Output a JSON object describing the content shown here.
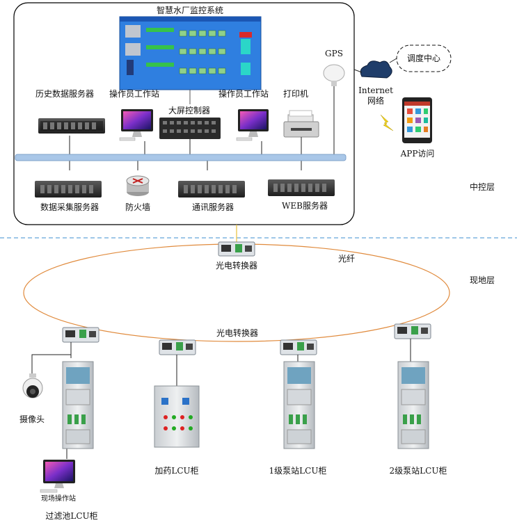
{
  "scada_title": "智慧水厂监控系统",
  "top_labels": {
    "history_server": "历史数据服务器",
    "operator_ws_1": "操作员工作站",
    "big_screen": "大屏控制器",
    "operator_ws_2": "操作员工作站",
    "printer": "打印机",
    "gps": "GPS",
    "internet": "Internet",
    "network": "网络",
    "dispatch_center": "调度中心",
    "app_access": "APP访问",
    "data_collect_server": "数据采集服务器",
    "firewall": "防火墙",
    "comm_server": "通讯服务器",
    "web_server": "WEB服务器"
  },
  "layers": {
    "control": "中控层",
    "field": "现地层"
  },
  "ring": {
    "converter_top": "光电转换器",
    "fiber": "光纤",
    "converter_mid": "光电转换器"
  },
  "field_labels": {
    "camera": "摄像头",
    "field_station": "现场操作站",
    "filter_lcu": "过滤池LCU柜",
    "dosing_lcu": "加药LCU柜",
    "pump1_lcu": "1级泵站LCU柜",
    "pump2_lcu": "2级泵站LCU柜"
  },
  "colors": {
    "bus": "#a9c7e8",
    "ring": "#e08a3c",
    "divider": "#3d8fd0",
    "frame": "#000000"
  }
}
